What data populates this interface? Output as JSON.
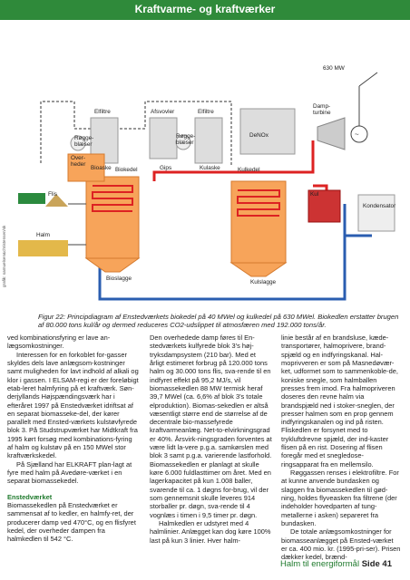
{
  "header": {
    "title": "Kraftvarme- og kraftværker"
  },
  "diagram": {
    "labels": {
      "mw630": "630 MW",
      "damp_turbine": "Damp-\nturbine",
      "elfiltre1": "Elfiltre",
      "afsvovler": "Afsvovler",
      "elfiltre2": "Elfiltre",
      "roeggeblaeser1": "Røgge-\nblæser",
      "roeggeblaeser2": "Røgge-\nblæser",
      "denox": "DeNOx",
      "bioaske": "Bioaske",
      "gips": "Gips",
      "kulaske": "Kulaske",
      "overheder": "Over-\nheder",
      "biokedel": "Biokedel",
      "kulkedel": "Kulkedel",
      "flis": "Flis",
      "kul": "Kul",
      "kondensator": "Kondensator",
      "halm": "Halm",
      "bioslagge": "Bioslagge",
      "kulslagge": "Kulslagge",
      "credit": "grafik: samuelsen&christensen/sk"
    }
  },
  "caption": "Figur 22: Principdiagram af Enstedværkets biokedel på 40 MWel og kulkedel på 630 MWel. Biokedlen erstatter brugen af 80.000 tons kul/år og dermed reduceres CO2-udslippet til atmosfæren med 192.000 tons/år.",
  "columns": {
    "c1": [
      "ved kombinationsfyring er lave an-lægsomkostninger.",
      "Interessen for en forkoblet for-gasser skyldes dels lave anlægsom-kostninger samt muligheden for lavt indhold af alkali og klor i gassen. I ELSAM-regi er der foreløbigt etab-leret halmfyring på et kraftværk. Søn-derjyllands Højspændingsværk har i efteråret 1997 på Enstedværket idriftsat af en separat biomasseke-del, der kører parallelt med Ensted-værkets kulstøvfyrede blok 3. På Studstrupværket har Midtkraft fra 1995 kørt forsøg med kombinations-fyring af halm og kulstøv på en 150 MWel stor kraftværkskedel.",
      "På Sjælland har ELKRAFT plan-lagt at fyre med halm på Avedøre-værket i en separat biomassekedel.",
      "Enstedværket",
      "Biomassekedlen på Enstedværket er sammensat af to kedler, en halmfy-ret, der producerer damp ved 470°C, og en flisfyret kedel, der overheder dampen fra halmkedlen til 542 °C."
    ],
    "c2": [
      "Den overhedede damp føres til En-stedværkets kulfyrede blok 3's høj-tryksdampsystem (210 bar). Med et årligt estimeret forbrug på 120.000 tons halm og 30.000 tons flis, sva-rende til en indfyret effekt på 95,2 MJ/s, vil biomassekedlen 88 MW termisk heraf 39,7 MWel (ca. 6,6% af blok 3's totale elproduktion). Biomas-sekedlen er altså væsentligt større end de størrelse af de decentrale bio-massefyrede kraftvarmeanlæg. Net-to-elvirkningsgrad er 40%. Årsvirk-ningsgraden forventes at være lidt la-vere p.g.a. samkørslen med blok 3 samt p.g.a. varierende lastforhold. Biomassekedlen er planlagt at skulle køre 6.000 fuldlasttimer om året. Med en lagerkapacitet på kun 1.008 baller, svarende til ca. 1 døgns for-brug, vil der som gennemsnit skulle leveres 914 storballer pr. døgn, sva-rende til 4 vognlæs i timen i 9,5 timer pr. døgn.",
      "Halmkedlen er udstyret med 4 halmlinier. Anlægget kan dog køre 100% last på kun 3 linier. Hver halm-"
    ],
    "c3": [
      "linie består af en brandsluse, kæde-transportører, halmoprivere, brand-spjæld og en indfyringskanal. Hal-moprivveren er som på Masnedøvær-ket, udformet som to sammenkoble-de, koniske snegle, som halmballen presses frem imod. Fra halmopriveren doseres den revne halm via brandspjæld ned i stoker-sneglen, der presser halmen som en prop gennem indfyringskanalen og ind på risten. Fliskedlen er forsynet med to trykluftdrevne spjæld, der ind-kaster flisen på en rist. Dosering af flisen foregår med et snegledose-ringsapparat fra en mellemsilo.",
      "Røggassen renses i elektrofiltre. For at kunne anvende bundasken og slaggen fra biomassekedlen til gød-ning, holdes flyveasken fra filtrene (der indeholder hovedparten af tung-metallerne i asken) separeret fra bundasken.",
      "De totale anlægsomkostninger for biomasseanlægget på Ensted-værket er ca. 400 mio. kr. (1995-pri-ser). Prisen dækker kedel, brænd-"
    ]
  },
  "footer": {
    "text": "Halm til energiformål",
    "page": "Side 41"
  }
}
